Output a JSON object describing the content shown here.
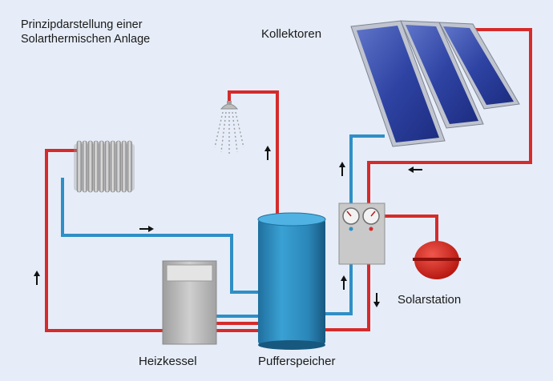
{
  "title": {
    "line1": "Prinzipdarstellung einer",
    "line2": "Solarthermischen Anlage"
  },
  "labels": {
    "kollektoren": "Kollektoren",
    "solarstation": "Solarstation",
    "heizkessel": "Heizkessel",
    "pufferspeicher": "Pufferspeicher"
  },
  "colors": {
    "background": "#e6edf8",
    "hot_pipe": "#d52b2b",
    "cold_pipe": "#2f8fc6",
    "tank": "#2a86b8",
    "panel": "#2c3f9c",
    "expansion_vessel": "#d9251c",
    "boiler": "#b7b7b7",
    "station": "#c8c8c8"
  },
  "icons": [
    "radiator-icon",
    "shower-head-icon",
    "flow-arrow-icon",
    "pressure-gauge-icon"
  ]
}
